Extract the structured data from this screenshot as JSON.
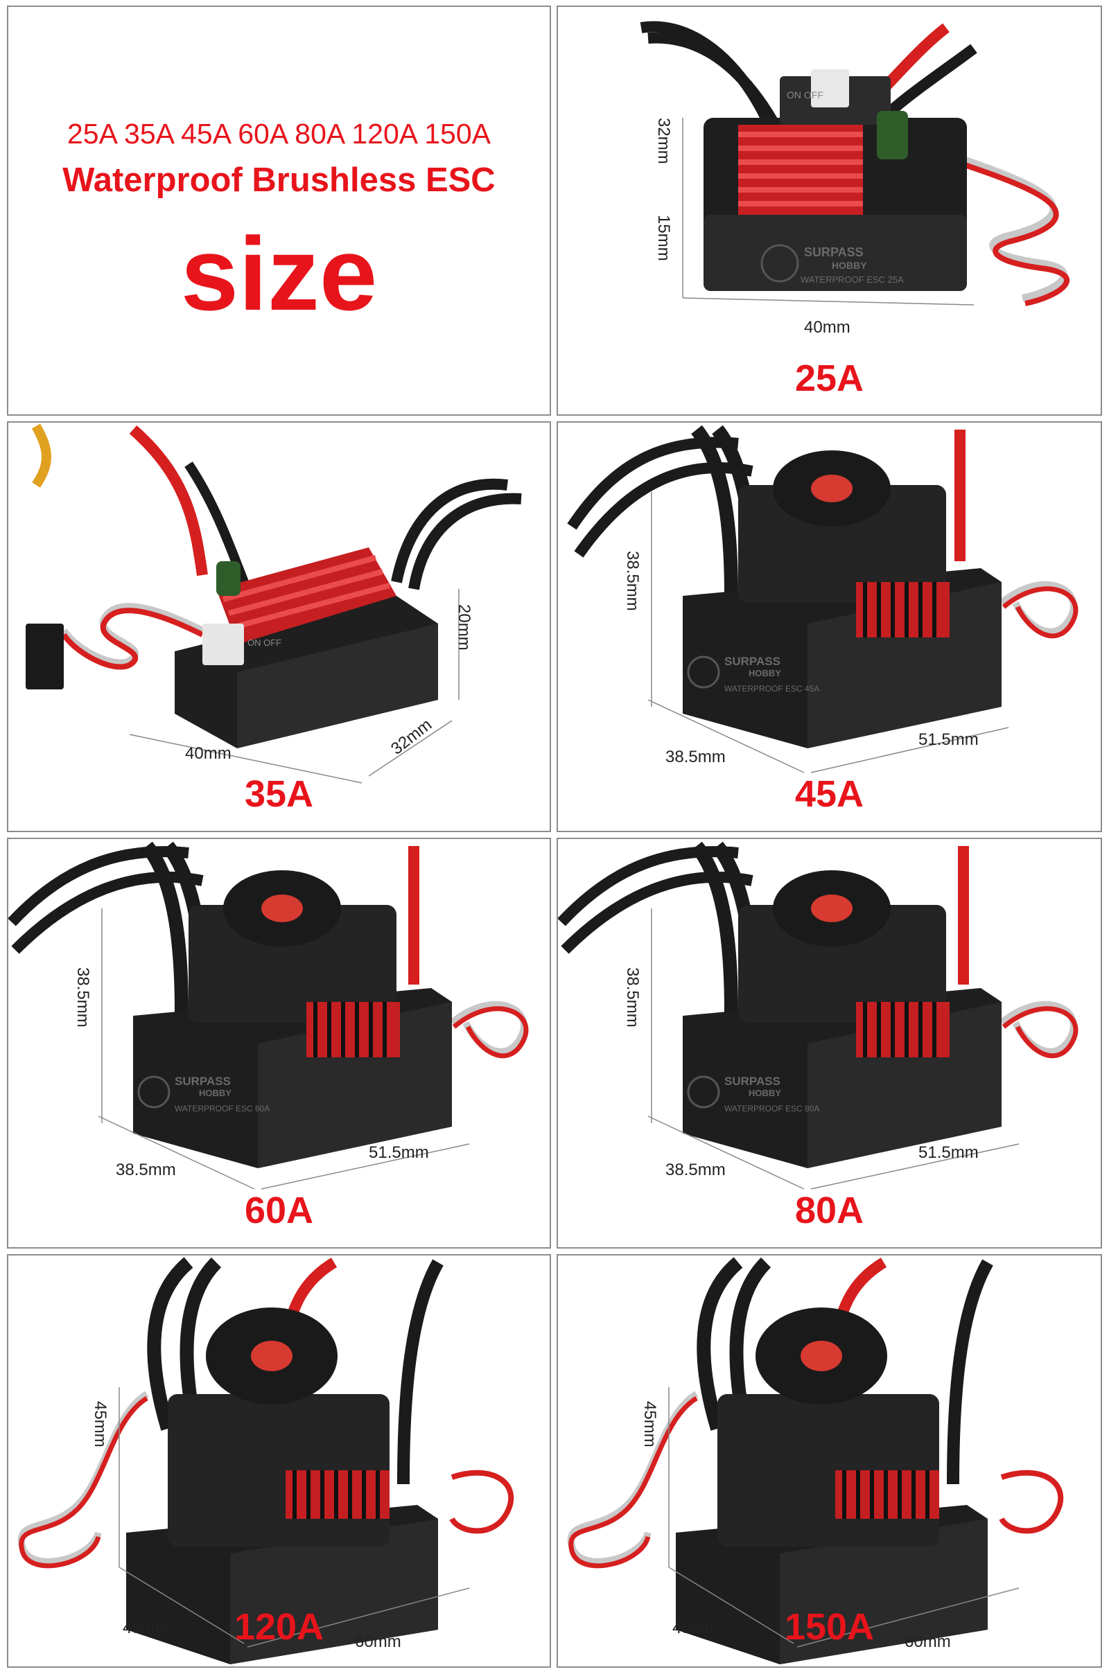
{
  "intro": {
    "models_line": "25A 35A 45A 60A 80A 120A 150A",
    "subtitle": "Waterproof Brushless ESC",
    "headline": "size"
  },
  "brand": {
    "logo_line1": "SURPASS",
    "logo_line2": "HOBBY"
  },
  "colors": {
    "accent_red": "#e8141b",
    "heatsink_red": "#d8262b",
    "body_black": "#202020",
    "border_gray": "#8c8c8c"
  },
  "panels": [
    {
      "rating": "25A",
      "case_label": "WATERPROOF ESC 25A",
      "switch_label": "ON OFF",
      "dims": {
        "length": "40mm",
        "height_upper": "32mm",
        "height_lower": "15mm"
      }
    },
    {
      "rating": "35A",
      "switch_label": "ON OFF",
      "dims": {
        "length": "40mm",
        "width": "32mm",
        "height": "20mm"
      }
    },
    {
      "rating": "45A",
      "case_label": "WATERPROOF ESC 45A",
      "dims": {
        "height": "38.5mm",
        "width": "38.5mm",
        "length": "51.5mm"
      }
    },
    {
      "rating": "60A",
      "case_label": "WATERPROOF ESC 60A",
      "dims": {
        "height": "38.5mm",
        "width": "38.5mm",
        "length": "51.5mm"
      }
    },
    {
      "rating": "80A",
      "case_label": "WATERPROOF ESC 80A",
      "dims": {
        "height": "38.5mm",
        "width": "38.5mm",
        "length": "51.5mm"
      }
    },
    {
      "rating": "120A",
      "dims": {
        "height": "45mm",
        "width": "45mm",
        "length": "60mm"
      }
    },
    {
      "rating": "150A",
      "dims": {
        "height": "45mm",
        "width": "45mm",
        "length": "60mm"
      }
    }
  ]
}
